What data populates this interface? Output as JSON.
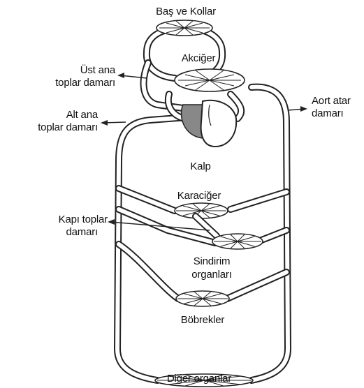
{
  "diagram": {
    "labels": {
      "head_arms": "Baş ve Kollar",
      "lungs": "Akciğer",
      "superior_vena_cava": [
        "Üst ana",
        "toplar damarı"
      ],
      "inferior_vena_cava": [
        "Alt ana",
        "toplar damarı"
      ],
      "aorta": [
        "Aort atar",
        "damarı"
      ],
      "heart": "Kalp",
      "liver": "Karaciğer",
      "portal_vein": [
        "Kapı toplar",
        "damarı"
      ],
      "digestive": [
        "Sindirim",
        "organları"
      ],
      "kidneys": "Böbrekler",
      "other_organs": "Diğer organlar"
    },
    "colors": {
      "line": "#222222",
      "background": "#ffffff"
    }
  }
}
